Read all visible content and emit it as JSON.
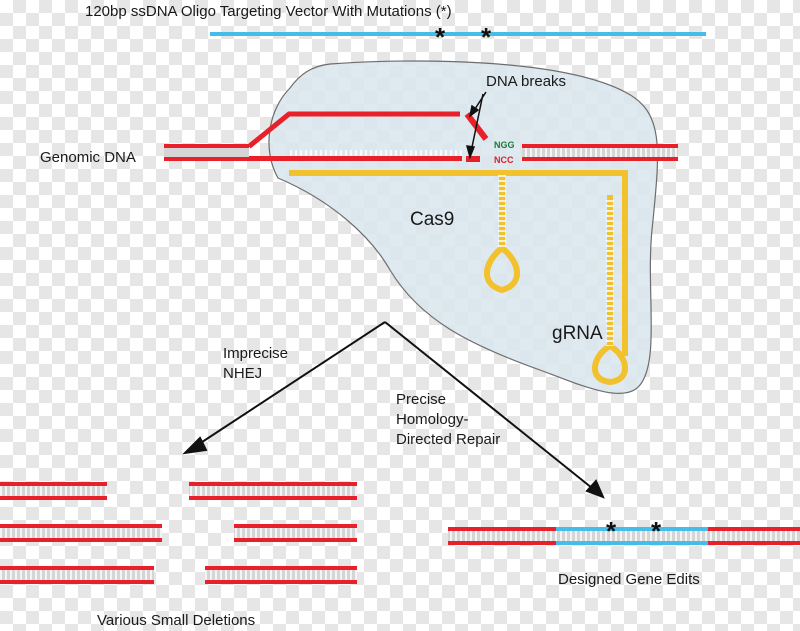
{
  "title": "120bp ssDNA Oligo Targeting Vector With Mutations (*)",
  "labels": {
    "genomic_dna": "Genomic DNA",
    "dna_breaks": "DNA breaks",
    "pam_top": "NGG",
    "pam_bottom": "NCC",
    "cas9": "Cas9",
    "grna": "gRNA",
    "nhej_line1": "Imprecise",
    "nhej_line2": "NHEJ",
    "hdr_line1": "Precise",
    "hdr_line2": "Homology-",
    "hdr_line3": "Directed Repair",
    "deletions": "Various Small Deletions",
    "edits": "Designed Gene Edits",
    "mutation_mark": "*"
  },
  "colors": {
    "dna": "#e8202a",
    "oligo": "#45bde8",
    "rna": "#f2c12e",
    "pam_top": "#1c7a3a",
    "pam_bottom": "#d81f26",
    "cas9_fill": "#dbe6ee",
    "text": "#1a1a1a"
  }
}
